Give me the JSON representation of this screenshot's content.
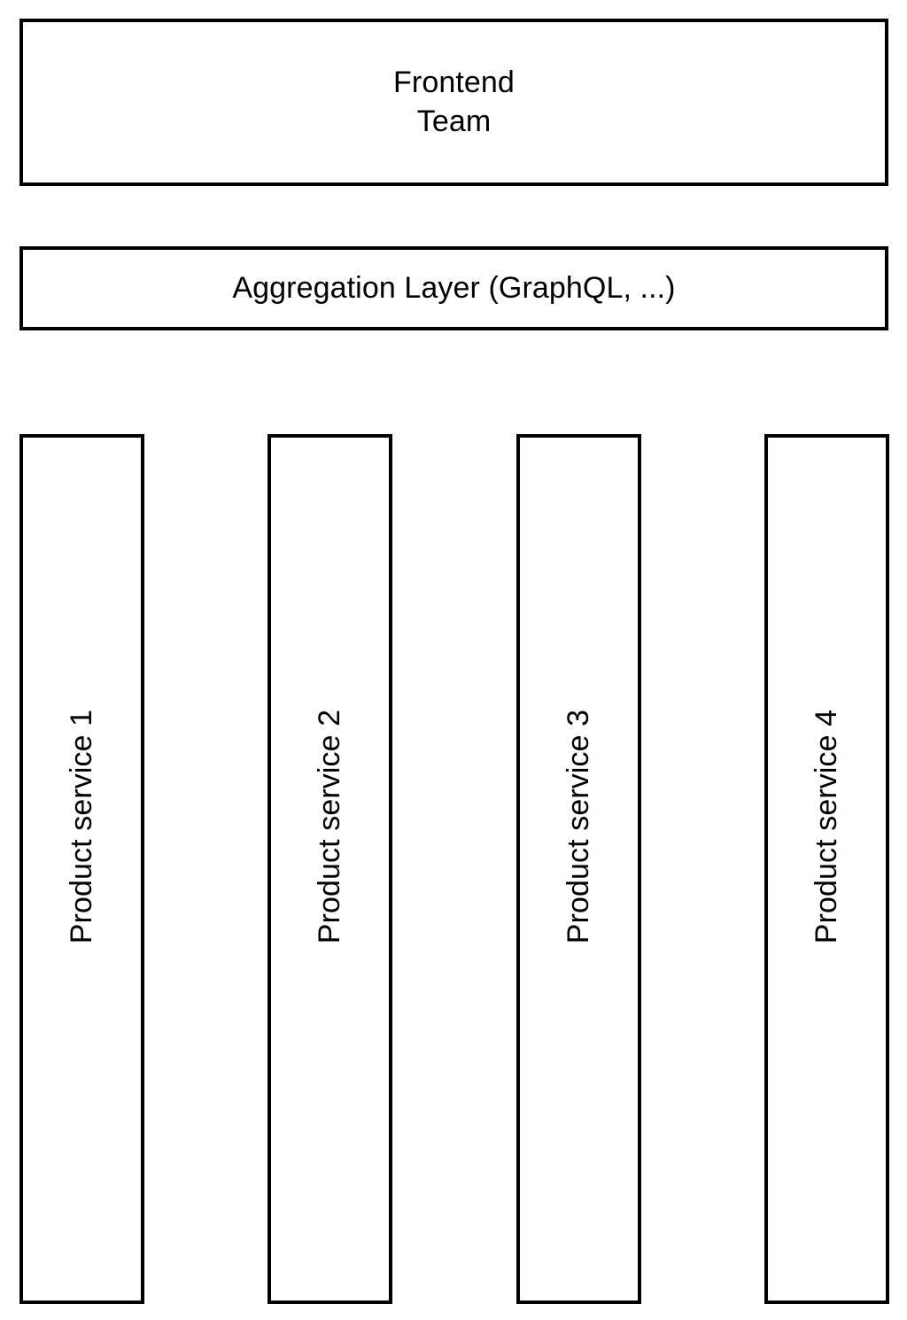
{
  "diagram": {
    "type": "layered-architecture-diagram",
    "background_color": "#ffffff",
    "stroke_color": "#000000",
    "consumer": {
      "label": "Frontend\nTeam",
      "line1": "Frontend",
      "line2": "Team"
    },
    "aggregation": {
      "label": "Aggregation Layer (GraphQL, ...)"
    },
    "services": [
      {
        "label": "Product service 1",
        "index": 1
      },
      {
        "label": "Product service 2",
        "index": 2
      },
      {
        "label": "Product service 3",
        "index": 3
      },
      {
        "label": "Product service 4",
        "index": 4
      }
    ]
  }
}
